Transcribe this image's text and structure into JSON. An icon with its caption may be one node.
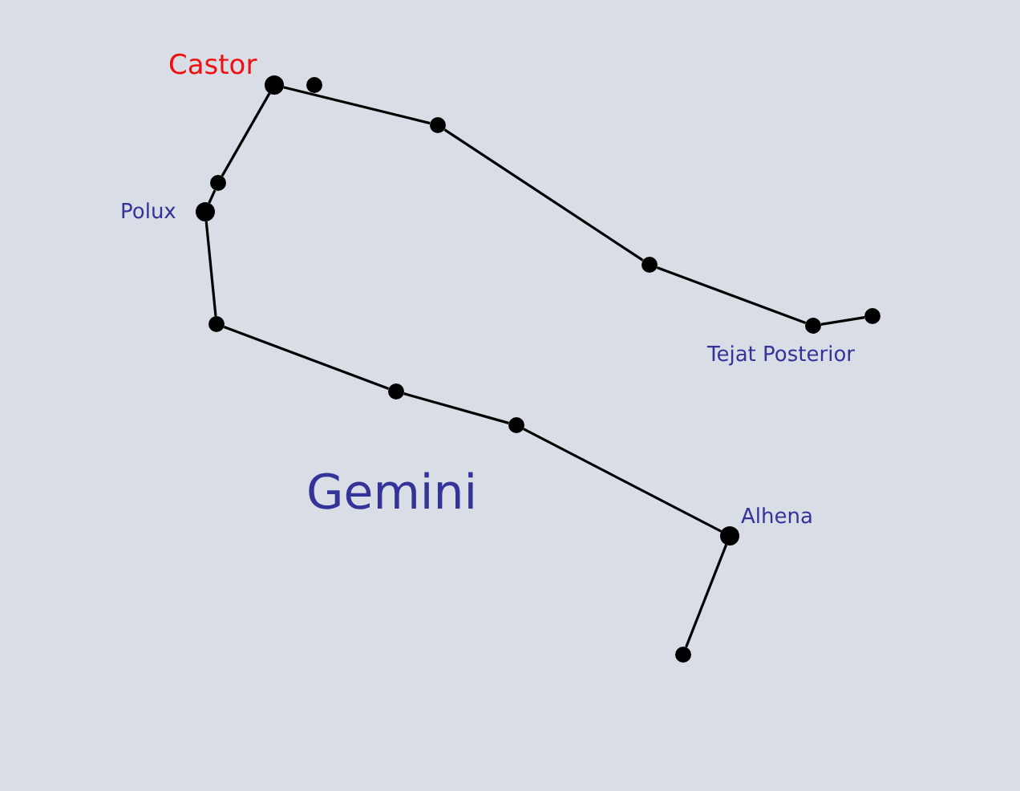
{
  "diagram": {
    "nodes": [
      {
        "text": [],
        "shape": "circle",
        "beside": [
          "Castor"
        ]
      },
      {
        "text": [],
        "shape": "circle"
      },
      {
        "text": [],
        "shape": "circle"
      },
      {
        "text": [],
        "shape": "circle"
      },
      {
        "text": [],
        "shape": "circle",
        "beside": [
          "Tejat Posterior"
        ]
      },
      {
        "text": [],
        "shape": "circle"
      },
      {
        "text": [],
        "shape": "circle"
      },
      {
        "text": [],
        "shape": "circle",
        "beside": [
          "Polux"
        ]
      },
      {
        "text": [],
        "shape": "circle"
      },
      {
        "text": [],
        "shape": "circle"
      },
      {
        "text": [],
        "shape": "circle"
      },
      {
        "text": [],
        "shape": "circle",
        "beside": [
          "Alhena"
        ]
      },
      {
        "text": [],
        "shape": "circle"
      }
    ],
    "edges": [
      {
        "from": 0,
        "to": 2,
        "arrow": "none"
      },
      {
        "from": 2,
        "to": 3,
        "arrow": "none"
      },
      {
        "from": 3,
        "to": 4,
        "arrow": "none"
      },
      {
        "from": 4,
        "to": 5,
        "arrow": "none"
      },
      {
        "from": 0,
        "to": 6,
        "arrow": "none"
      },
      {
        "from": 6,
        "to": 7,
        "arrow": "none"
      },
      {
        "from": 7,
        "to": 8,
        "arrow": "none"
      },
      {
        "from": 8,
        "to": 9,
        "arrow": "none"
      },
      {
        "from": 9,
        "to": 10,
        "arrow": "none"
      },
      {
        "from": 10,
        "to": 11,
        "arrow": "none"
      },
      {
        "from": 11,
        "to": 12,
        "arrow": "none"
      }
    ],
    "labels": [
      "Gemini"
    ]
  }
}
